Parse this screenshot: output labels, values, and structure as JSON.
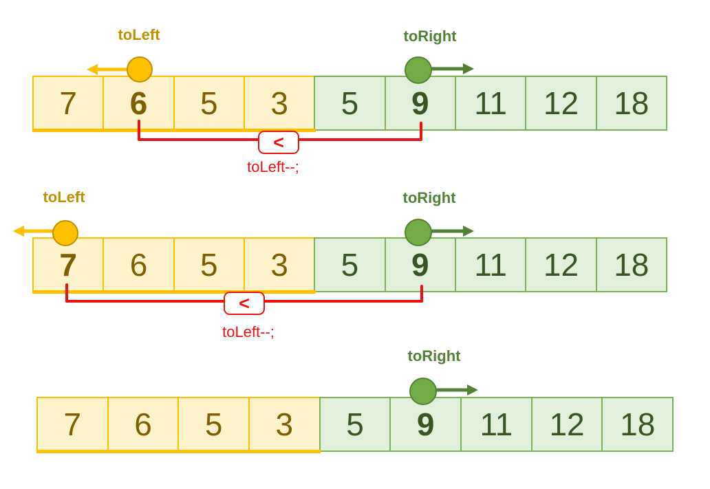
{
  "labels": {
    "to_left": "toLeft",
    "to_right": "toRight",
    "compare": "<",
    "decrement": "toLeft--;"
  },
  "colors": {
    "yellow_fill": "#FFF3CC",
    "yellow_border": "#FFC000",
    "yellow_text": "#7F6000",
    "yellow_label": "#BF9000",
    "green_fill": "#E2EFDA",
    "green_border": "#7CB356",
    "green_text": "#375623",
    "green_label": "#538135",
    "red": "#EE1111"
  },
  "panels": [
    {
      "name": "step-1",
      "to_left_label": "toLeft",
      "to_right_label": "toRight",
      "compare_label": "<",
      "code_label": "toLeft--;",
      "cells": [
        {
          "value": "7",
          "group": "yellow",
          "bold": false
        },
        {
          "value": "6",
          "group": "yellow",
          "bold": true
        },
        {
          "value": "5",
          "group": "yellow",
          "bold": false
        },
        {
          "value": "3",
          "group": "yellow",
          "bold": false
        },
        {
          "value": "5",
          "group": "green",
          "bold": false
        },
        {
          "value": "9",
          "group": "green",
          "bold": true
        },
        {
          "value": "11",
          "group": "green",
          "bold": false
        },
        {
          "value": "12",
          "group": "green",
          "bold": false
        },
        {
          "value": "18",
          "group": "green",
          "bold": false
        }
      ]
    },
    {
      "name": "step-2",
      "to_left_label": "toLeft",
      "to_right_label": "toRight",
      "compare_label": "<",
      "code_label": "toLeft--;",
      "cells": [
        {
          "value": "7",
          "group": "yellow",
          "bold": true
        },
        {
          "value": "6",
          "group": "yellow",
          "bold": false
        },
        {
          "value": "5",
          "group": "yellow",
          "bold": false
        },
        {
          "value": "3",
          "group": "yellow",
          "bold": false
        },
        {
          "value": "5",
          "group": "green",
          "bold": false
        },
        {
          "value": "9",
          "group": "green",
          "bold": true
        },
        {
          "value": "11",
          "group": "green",
          "bold": false
        },
        {
          "value": "12",
          "group": "green",
          "bold": false
        },
        {
          "value": "18",
          "group": "green",
          "bold": false
        }
      ]
    },
    {
      "name": "step-3",
      "to_right_label": "toRight",
      "cells": [
        {
          "value": "7",
          "group": "yellow",
          "bold": false
        },
        {
          "value": "6",
          "group": "yellow",
          "bold": false
        },
        {
          "value": "5",
          "group": "yellow",
          "bold": false
        },
        {
          "value": "3",
          "group": "yellow",
          "bold": false
        },
        {
          "value": "5",
          "group": "green",
          "bold": false
        },
        {
          "value": "9",
          "group": "green",
          "bold": true
        },
        {
          "value": "11",
          "group": "green",
          "bold": false
        },
        {
          "value": "12",
          "group": "green",
          "bold": false
        },
        {
          "value": "18",
          "group": "green",
          "bold": false
        }
      ]
    }
  ]
}
